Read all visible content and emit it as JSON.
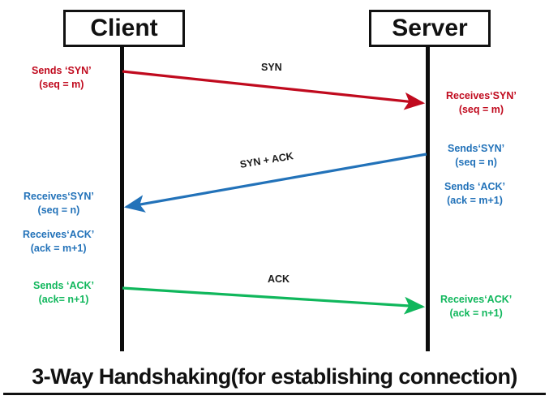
{
  "diagram": {
    "title": "3-Way Handshaking(for establishing connection)",
    "colors": {
      "client_server_box_border": "#111111",
      "lifeline": "#0d0d0d",
      "syn_red": "#c00a1e",
      "syn_ack_blue": "#2272b9",
      "ack_green": "#10b75c",
      "label_black": "#1a1a1a",
      "background": "#ffffff"
    }
  },
  "nodes": {
    "client": {
      "label": "Client"
    },
    "server": {
      "label": "Server"
    }
  },
  "messages": [
    {
      "name": "syn",
      "label": "SYN",
      "color": "#c00a1e",
      "direction": "client-to-server"
    },
    {
      "name": "syn-ack",
      "label": "SYN + ACK",
      "color": "#2272b9",
      "direction": "server-to-client"
    },
    {
      "name": "ack",
      "label": "ACK",
      "color": "#10b75c",
      "direction": "client-to-server"
    }
  ],
  "annotations": {
    "client_sends_syn": {
      "line1": "Sends ‘SYN’",
      "line2": "(seq = m)"
    },
    "server_receives_syn": {
      "line1": "Receives‘SYN’",
      "line2": "(seq = m)"
    },
    "server_sends_syn": {
      "line1": "Sends‘SYN’",
      "line2": "(seq = n)"
    },
    "server_sends_ack": {
      "line1": "Sends ‘ACK’",
      "line2": "(ack = m+1)"
    },
    "client_receives_syn": {
      "line1": "Receives‘SYN’",
      "line2": "(seq = n)"
    },
    "client_receives_ack": {
      "line1": "Receives‘ACK’",
      "line2": "(ack = m+1)"
    },
    "client_sends_ack": {
      "line1": "Sends ‘ACK’",
      "line2": "(ack= n+1)"
    },
    "server_receives_ack": {
      "line1": "Receives‘ACK’",
      "line2": "(ack = n+1)"
    }
  }
}
